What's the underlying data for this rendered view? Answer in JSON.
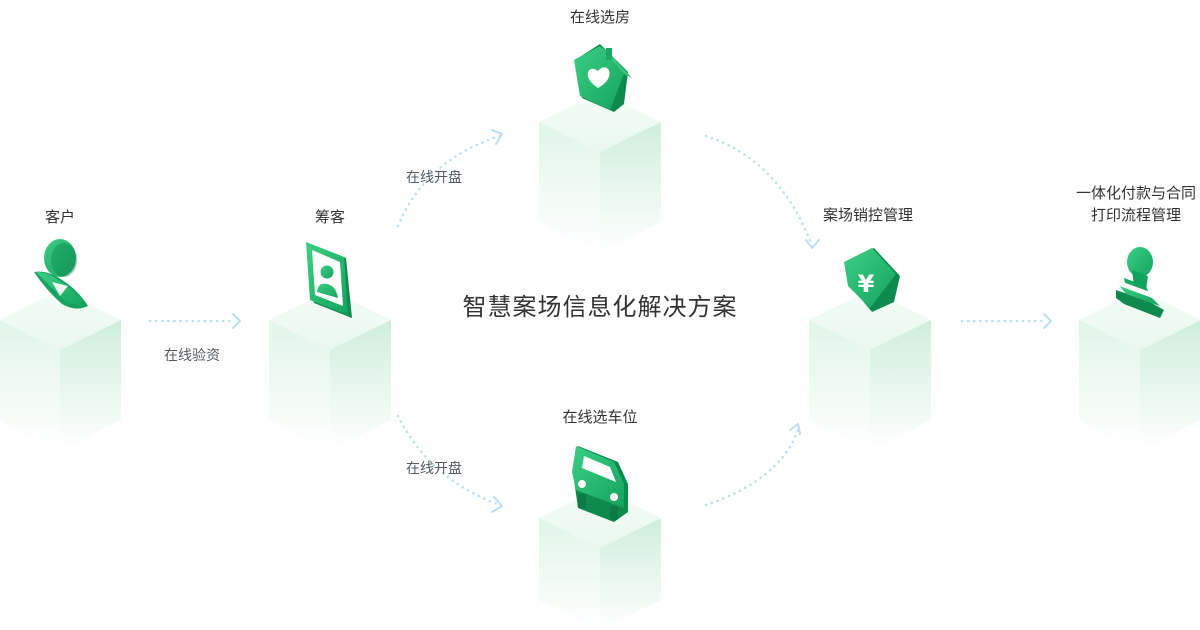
{
  "title": "智慧案场信息化解决方案",
  "colors": {
    "accent": "#1fb26b",
    "accent_dark": "#0e8a4f",
    "cube_top": "#eefaf2",
    "cube_left": "#e3f6ea",
    "cube_right": "#d4f0df",
    "connector": "#b9dff0"
  },
  "nodes": [
    {
      "id": "customer",
      "label": "客户",
      "icon": "person-icon"
    },
    {
      "id": "raise",
      "label": "筹客",
      "icon": "id-badge-icon"
    },
    {
      "id": "house",
      "label": "在线选房",
      "icon": "house-heart-icon"
    },
    {
      "id": "parking",
      "label": "在线选车位",
      "icon": "car-icon"
    },
    {
      "id": "sales",
      "label": "案场销控管理",
      "icon": "yen-house-icon"
    },
    {
      "id": "contract",
      "label": "一体化付款与合同打印流程管理",
      "icon": "stamp-icon"
    }
  ],
  "edges": [
    {
      "label": "在线验资"
    },
    {
      "label": "在线开盘"
    },
    {
      "label": "在线开盘"
    },
    {
      "label": ""
    },
    {
      "label": ""
    },
    {
      "label": ""
    }
  ]
}
